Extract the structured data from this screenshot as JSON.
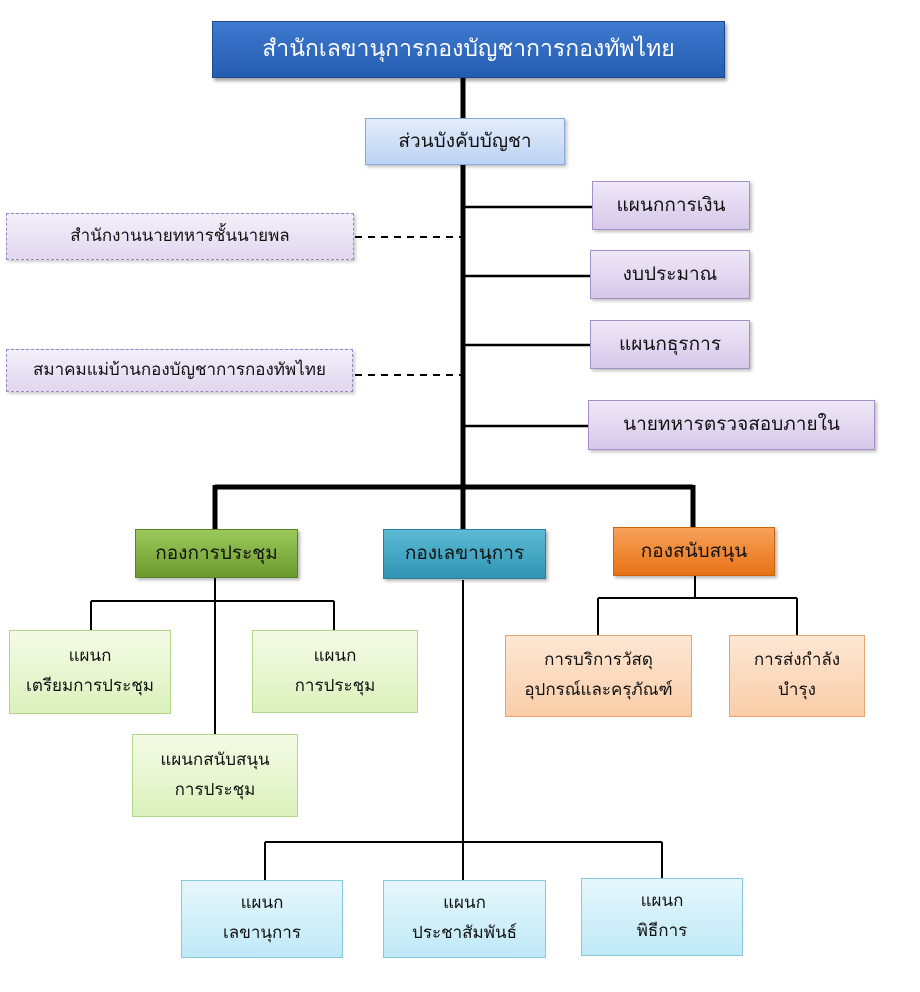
{
  "root": {
    "label": "สำนักเลขานุการกองบัญชาการกองทัพไทย"
  },
  "command": {
    "label": "ส่วนบังคับบัญชา"
  },
  "staff_units": [
    {
      "label": "แผนกการเงิน"
    },
    {
      "label": "งบประมาณ"
    },
    {
      "label": "แผนกธุรการ"
    },
    {
      "label": "นายทหารตรวจสอบภายใน"
    }
  ],
  "advisory_units": [
    {
      "label": "สำนักงานนายทหารชั้นนายพล"
    },
    {
      "label": "สมาคมแม่บ้านกองบัญชาการกองทัพไทย"
    }
  ],
  "divisions": {
    "meeting": {
      "label": "กองการประชุม",
      "sections": [
        {
          "line1": "แผนก",
          "line2": "เตรียมการประชุม"
        },
        {
          "line1": "แผนก",
          "line2": "การประชุม"
        },
        {
          "line1": "แผนกสนับสนุน",
          "line2": "การประชุม"
        }
      ]
    },
    "secretariat": {
      "label": "กองเลขานุการ",
      "sections": [
        {
          "line1": "แผนก",
          "line2": "เลขานุการ"
        },
        {
          "line1": "แผนก",
          "line2": "ประชาสัมพันธ์"
        },
        {
          "line1": "แผนก",
          "line2": "พิธีการ"
        }
      ]
    },
    "support": {
      "label": "กองสนับสนุน",
      "sections": [
        {
          "line1": "การบริการวัสดุ",
          "line2": "อุปกรณ์และครุภัณฑ์"
        },
        {
          "line1": "การส่งกำลัง",
          "line2": "บำรุง"
        }
      ]
    }
  }
}
